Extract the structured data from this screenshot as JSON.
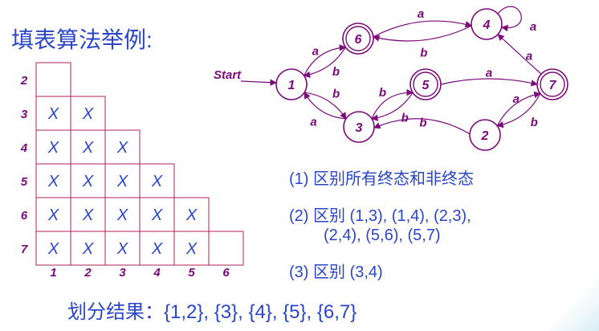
{
  "title": "填表算法举例:",
  "table": {
    "row_labels": [
      "2",
      "3",
      "4",
      "5",
      "6",
      "7"
    ],
    "col_labels": [
      "1",
      "2",
      "3",
      "4",
      "5",
      "6"
    ],
    "cells": [
      [
        ""
      ],
      [
        "X",
        "X"
      ],
      [
        "X",
        "X",
        "X"
      ],
      [
        "X",
        "X",
        "X",
        "X"
      ],
      [
        "X",
        "X",
        "X",
        "X",
        "X"
      ],
      [
        "X",
        "X",
        "X",
        "X",
        "X",
        ""
      ]
    ]
  },
  "automaton": {
    "start_label": "Start",
    "states": [
      {
        "id": "1",
        "final": false
      },
      {
        "id": "2",
        "final": false
      },
      {
        "id": "3",
        "final": false
      },
      {
        "id": "4",
        "final": false
      },
      {
        "id": "5",
        "final": true
      },
      {
        "id": "6",
        "final": true
      },
      {
        "id": "7",
        "final": true
      }
    ],
    "transitions": [
      {
        "from": "1",
        "to": "6",
        "label": "a"
      },
      {
        "from": "6",
        "to": "1",
        "label": "b"
      },
      {
        "from": "1",
        "to": "3",
        "label": "b"
      },
      {
        "from": "3",
        "to": "1",
        "label": "a"
      },
      {
        "from": "6",
        "to": "4",
        "label": "a"
      },
      {
        "from": "4",
        "to": "6",
        "label": "b"
      },
      {
        "from": "4",
        "to": "4",
        "label": "a"
      },
      {
        "from": "7",
        "to": "4",
        "label": "a"
      },
      {
        "from": "3",
        "to": "5",
        "label": "b"
      },
      {
        "from": "5",
        "to": "3",
        "label": "b"
      },
      {
        "from": "5",
        "to": "7",
        "label": "a"
      },
      {
        "from": "2",
        "to": "7",
        "label": "a"
      },
      {
        "from": "7",
        "to": "2",
        "label": "b"
      },
      {
        "from": "2",
        "to": "3",
        "label": "b"
      }
    ]
  },
  "steps": [
    "(1) 区别所有终态和非终态",
    "(2) 区别 (1,3), (1,4), (2,3),",
    "(2,4), (5,6), (5,7)",
    "(3) 区别 (3,4)"
  ],
  "result": "划分结果：{1,2}, {3}, {4}, {5}, {6,7}",
  "colors": {
    "text": "#2a46c8",
    "diagram": "#7a0a7a"
  }
}
